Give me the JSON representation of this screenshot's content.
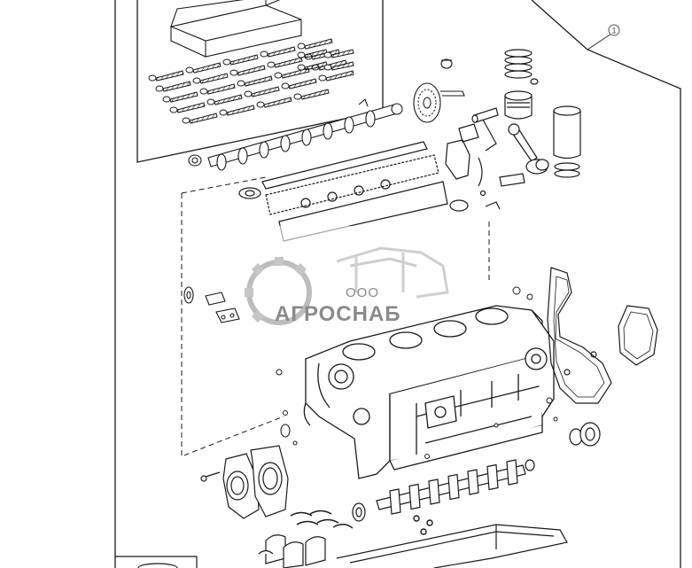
{
  "figure": {
    "callout_number": "1"
  },
  "watermark": {
    "prefix": "ООО",
    "name": "АГРОСНАБ",
    "logo_icon": "gear-harvester-logo",
    "color": "#8a8a8a"
  },
  "colors": {
    "line": "#1a1a1a",
    "background": "#ffffff"
  }
}
